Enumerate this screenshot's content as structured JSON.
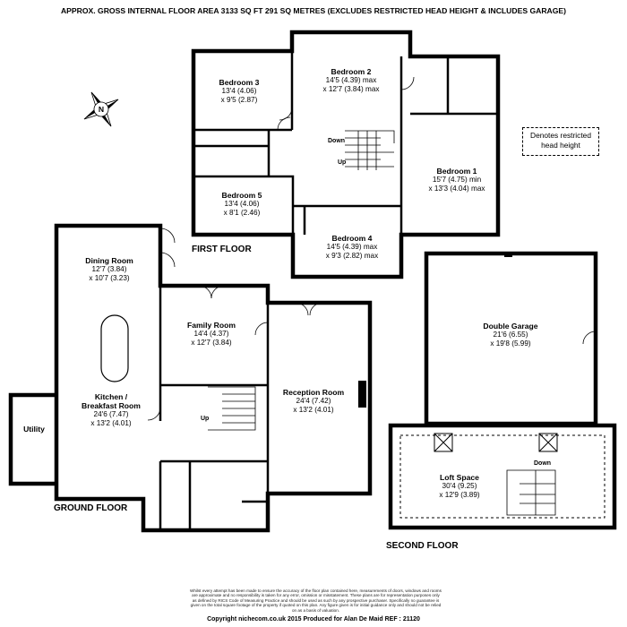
{
  "header": {
    "title": "APPROX. GROSS INTERNAL FLOOR AREA 3133 SQ FT 291 SQ METRES (EXCLUDES RESTRICTED HEAD HEIGHT & INCLUDES GARAGE)"
  },
  "compass": {
    "letter": "N"
  },
  "floors": {
    "ground": "GROUND FLOOR",
    "first": "FIRST FLOOR",
    "second": "SECOND FLOOR"
  },
  "key": {
    "line1": "Denotes restricted",
    "line2": "head height"
  },
  "rooms": {
    "bedroom3": {
      "name": "Bedroom 3",
      "dim1": "13'4 (4.06)",
      "dim2": "x 9'5 (2.87)"
    },
    "bedroom2": {
      "name": "Bedroom 2",
      "dim1": "14'5 (4.39) max",
      "dim2": "x 12'7 (3.84) max"
    },
    "bedroom1": {
      "name": "Bedroom 1",
      "dim1": "15'7 (4.75) min",
      "dim2": "x 13'3 (4.04) max"
    },
    "bedroom5": {
      "name": "Bedroom 5",
      "dim1": "13'4 (4.06)",
      "dim2": "x 8'1 (2.46)"
    },
    "bedroom4": {
      "name": "Bedroom 4",
      "dim1": "14'5 (4.39) max",
      "dim2": "x 9'3 (2.82) max"
    },
    "dining": {
      "name": "Dining Room",
      "dim1": "12'7 (3.84)",
      "dim2": "x 10'7 (3.23)"
    },
    "family": {
      "name": "Family Room",
      "dim1": "14'4 (4.37)",
      "dim2": "x 12'7 (3.84)"
    },
    "reception": {
      "name": "Reception Room",
      "dim1": "24'4 (7.42)",
      "dim2": "x 13'2 (4.01)"
    },
    "kitchen": {
      "name1": "Kitchen /",
      "name2": "Breakfast Room",
      "dim1": "24'6 (7.47)",
      "dim2": "x 13'2 (4.01)"
    },
    "utility": {
      "name": "Utility"
    },
    "garage": {
      "name": "Double Garage",
      "dim1": "21'6 (6.55)",
      "dim2": "x 19'8 (5.99)"
    },
    "loft": {
      "name": "Loft Space",
      "dim1": "30'4 (9.25)",
      "dim2": "x 12'9 (3.89)"
    }
  },
  "stairs": {
    "down": "Down",
    "up": "Up"
  },
  "disclaimer": {
    "line1": "Whilst every attempt has been made to ensure the accuracy of the floor plan contained here, measurements of doors, windows and rooms",
    "line2": "are approximate and no responsibility is taken for any error, omission or misstatement. These plans are for representation purposes only",
    "line3": "as defined by RICS Code of Measuring Practice and should be used as such by any prospective purchaser. Specifically no guarantee is",
    "line4": "given on the total square footage of the property if quoted on this plan. Any figure given is for initial guidance only and should not be relied",
    "line5": "on as a basis of valuation."
  },
  "copyright": "Copyright nichecom.co.uk 2015    Produced for Alan De Maid    REF :  21120"
}
